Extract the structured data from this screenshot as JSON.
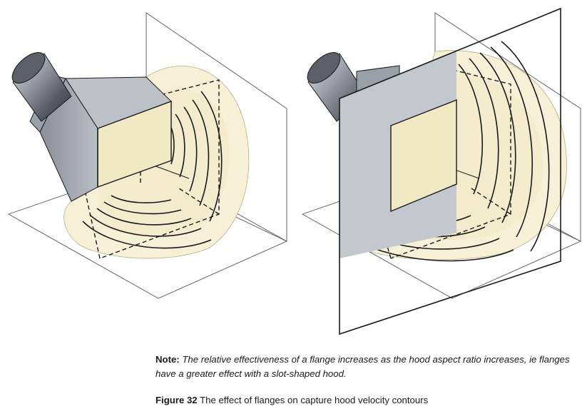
{
  "note": {
    "label": "Note:",
    "text": "The relative effectiveness of a flange increases as the hood aspect ratio increases, ie flanges have a greater effect with a slot-shaped hood."
  },
  "caption": {
    "label": "Figure 32",
    "text": "The effect of flanges on capture hood velocity contours"
  },
  "colors": {
    "contour_fill": "#f6f0d6",
    "hood_metal": "#a9adb5",
    "flange_plate": "#c3c7ce",
    "line": "#1a1a1a"
  },
  "figures": [
    {
      "name": "unflanged-hood",
      "contour_count": 5
    },
    {
      "name": "flanged-hood",
      "contour_count": 5
    }
  ]
}
